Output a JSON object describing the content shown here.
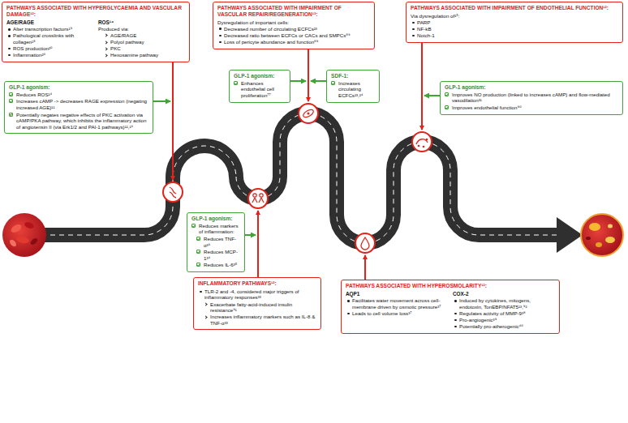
{
  "diagram": {
    "nodes": [
      {
        "text": [
          "PATHWAYS ASSOCIATED WITH HYPERGLYCAEMIA AND VASCULAR DAMAGE¹²:",
          "AGE/RAGE",
          "Alter transcription factors¹⁹",
          "Pathological crosslinks with collagen¹⁸",
          "ROS production²⁰",
          "Inflammation²⁰",
          "ROS¹⁴",
          "Produced via:",
          "AGE/RAGE",
          "Polyol pathway",
          "PKC",
          "Hexosamine pathway"
        ]
      },
      {
        "text": [
          "GLP-1 agonism:",
          "Reduces ROS¹⁴",
          "Increases cAMP -> decreases RAGE expression (negating increased AGE)¹¹",
          "Potentially negates negative effects of PKC activation via cAMP/PKA pathway, which inhibits the inflammatory action of angiotensin II (via Erk1/2 and PAI-1 pathways)¹¹,¹⁶"
        ]
      },
      {
        "text": [
          "PATHWAYS ASSOCIATED WITH IMPAIRMENT OF VASCULAR REPAIR/REGENERATION¹³:",
          "Dysregulation of important cells:",
          "Decreased number of circulating ECFCs²³",
          "Decreased ratio between ECFCs or CACs and SMPCs⁸⁹",
          "Loss of pericyte abundance and function⁸⁹"
        ]
      },
      {
        "text": [
          "GLP-1 agonism:",
          "Enhances endothelial cell proliferation⁷⁷"
        ]
      },
      {
        "text": [
          "SDF-1:",
          "Increases circulating ECFCs²³,²⁴"
        ]
      },
      {
        "text": [
          "PATHWAYS ASSOCIATED WITH IMPAIRMENT OF ENDOTHELIAL FUNCTION¹²:",
          "Via dysregulation of¹⁵:",
          "PARP",
          "NF-kB",
          "Notch-1"
        ]
      },
      {
        "text": [
          "GLP-1 agonism:",
          "Improves NO production (linked to increases cAMP) and flow-mediated vasodilation³¹",
          "Improves endothelial function⁹⁰"
        ]
      },
      {
        "text": [
          "GLP-1 agonism:",
          "Reduces markers of inflammation:",
          "Reduces TNF-α³⁶",
          "Reduces MCP-1³⁴",
          "Reduces IL-6³⁵"
        ]
      },
      {
        "text": [
          "INFLAMMATORY PATHWAYS¹²:",
          "TLR-2 and -4, considered major triggers of inflammatory responses³³",
          "Exacerbate fatty-acid-induced insulin resistance⁹¹",
          "Increases inflammatory markers such as IL-8 & TNF-α³³"
        ]
      },
      {
        "text": [
          "PATHWAYS ASSOCIATED WITH HYPEROSMOLARITY¹²:",
          "AQP1",
          "Facilitates water movement across cell-membrane driven by osmotic pressure³⁷",
          "Leads to cell volume loss³⁷",
          "COX-2",
          "Induced by cytokines, mitogens, endotoxin, TonEBP/NFAT5¹³,⁹²",
          "Regulates activity of MMP-9³⁸",
          "Pro-angiogenic³⁹",
          "Potentially pro-atherogenic⁴⁰"
        ]
      }
    ]
  }
}
